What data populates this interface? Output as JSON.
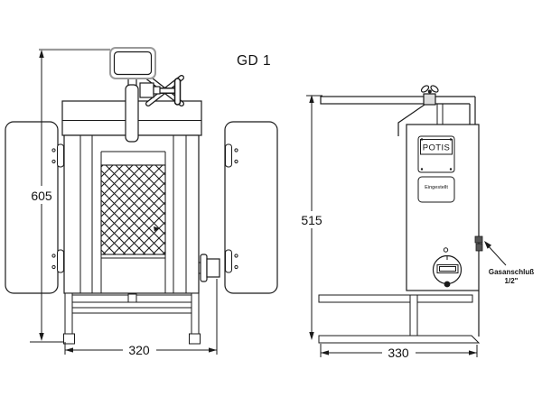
{
  "title": "GD 1",
  "front": {
    "height": "605",
    "width": "320"
  },
  "side": {
    "height": "515",
    "width": "330",
    "brand": "POTIS",
    "plate_label": "Eingestellt",
    "gas_line1": "Gasanschluß",
    "gas_line2": "1/2\""
  },
  "colors": {
    "line": "#1a1a1a",
    "gray_line": "#999999",
    "background": "#ffffff"
  }
}
